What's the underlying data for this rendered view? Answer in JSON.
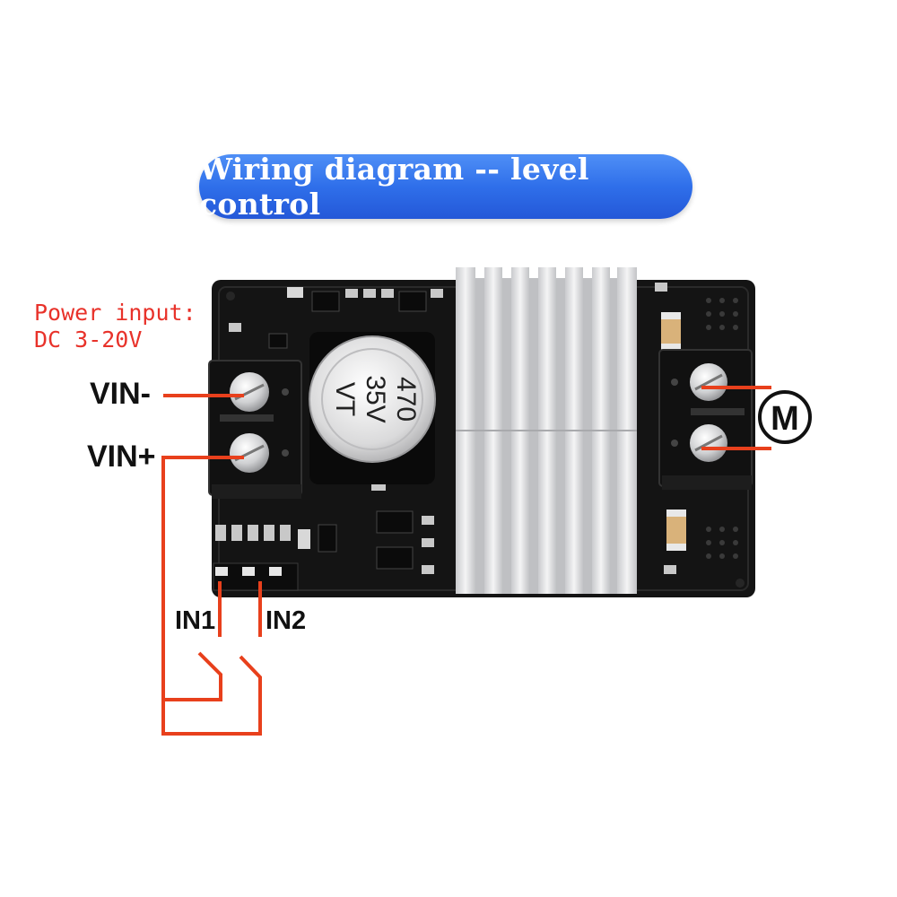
{
  "banner": {
    "title": "Wiring diagram -- level control"
  },
  "power_note": {
    "line1": "Power input:",
    "line2": "DC 3-20V"
  },
  "labels": {
    "vin_minus": "VIN-",
    "vin_plus": "VIN+",
    "in1": "IN1",
    "in2": "IN2",
    "motor": "M"
  },
  "capacitor": {
    "value": "470",
    "voltage": "35V",
    "series": "VT"
  },
  "colors": {
    "banner": "#2f6fea",
    "wire": "#e8401c",
    "note": "#e8322a",
    "pcb": "#141414",
    "heatsink": "#dcdde0"
  }
}
